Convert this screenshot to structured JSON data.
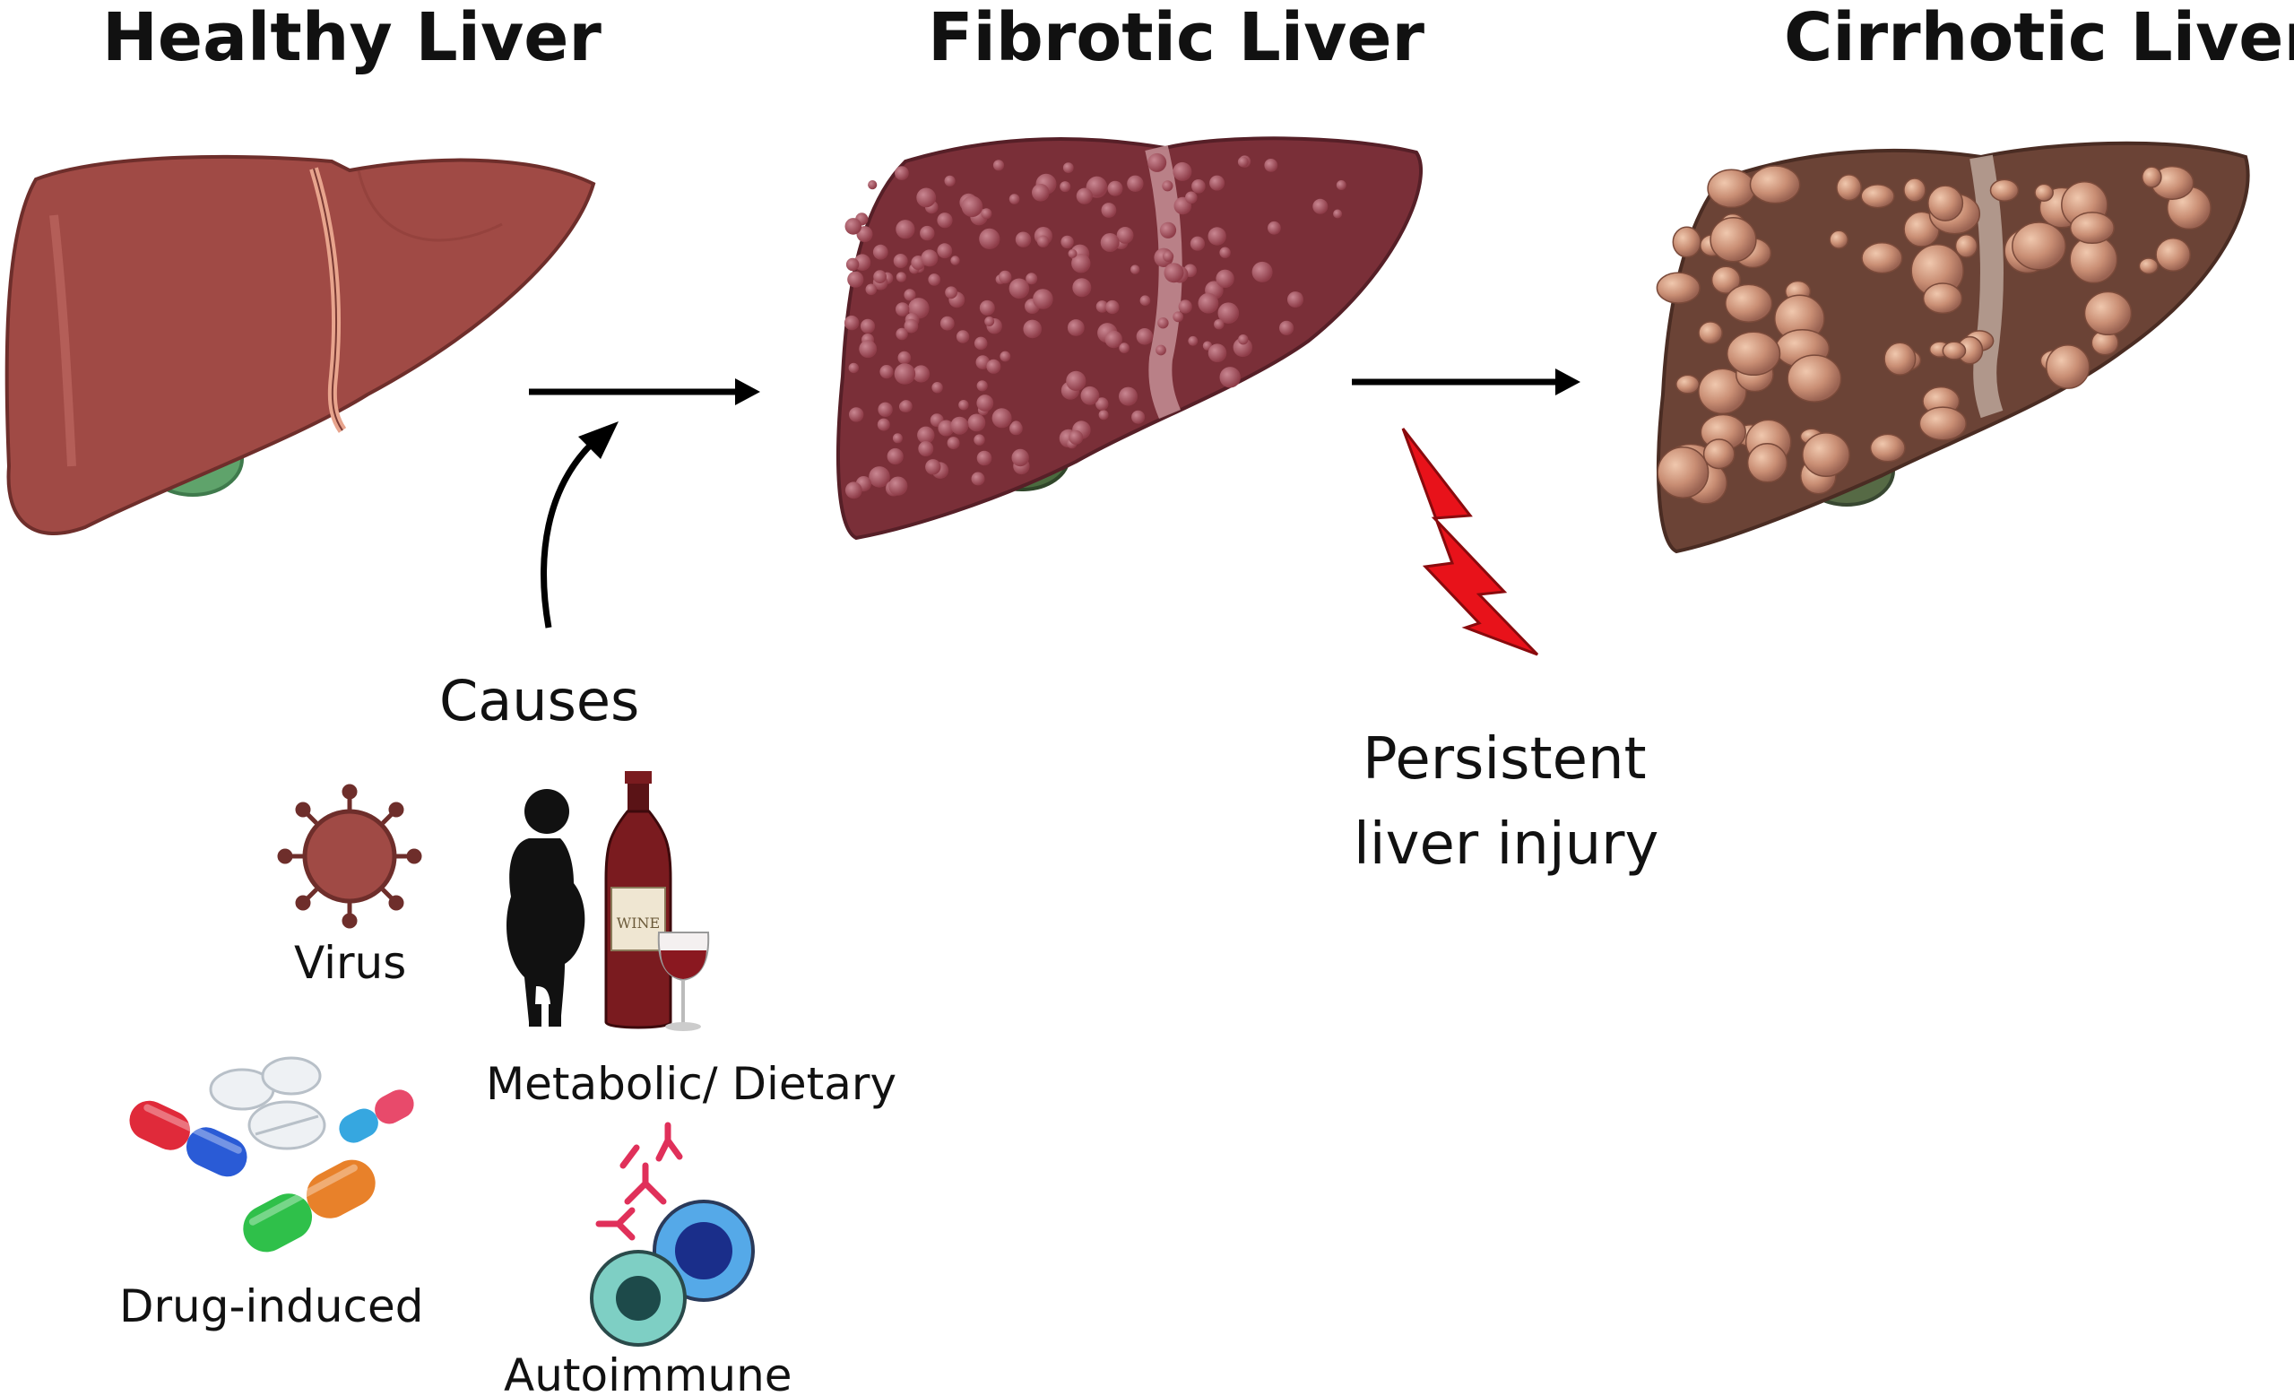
{
  "stages": [
    {
      "id": "healthy",
      "title": "Healthy Liver"
    },
    {
      "id": "fibrotic",
      "title": "Fibrotic Liver"
    },
    {
      "id": "cirrhotic",
      "title": "Cirrhotic Liver"
    }
  ],
  "causes": {
    "heading": "Causes",
    "items": [
      {
        "label": "Virus",
        "icon": "virus-icon"
      },
      {
        "label": "Metabolic/ Dietary",
        "icon": "obesity-wine-icon"
      },
      {
        "label": "Drug-induced",
        "icon": "pills-icon"
      },
      {
        "label": "Autoimmune",
        "icon": "immune-cells-icon"
      }
    ]
  },
  "injury": {
    "line1": "Persistent",
    "line2": "liver injury",
    "icon": "lightning-bolt-icon"
  },
  "colors": {
    "healthy_liver": "#a04a45",
    "fibrotic_liver": "#7a2f38",
    "cirrhotic_liver": "#6b4336",
    "gallbladder": "#4f9a5a",
    "bolt": "#e8121a",
    "arrow": "#000000"
  }
}
